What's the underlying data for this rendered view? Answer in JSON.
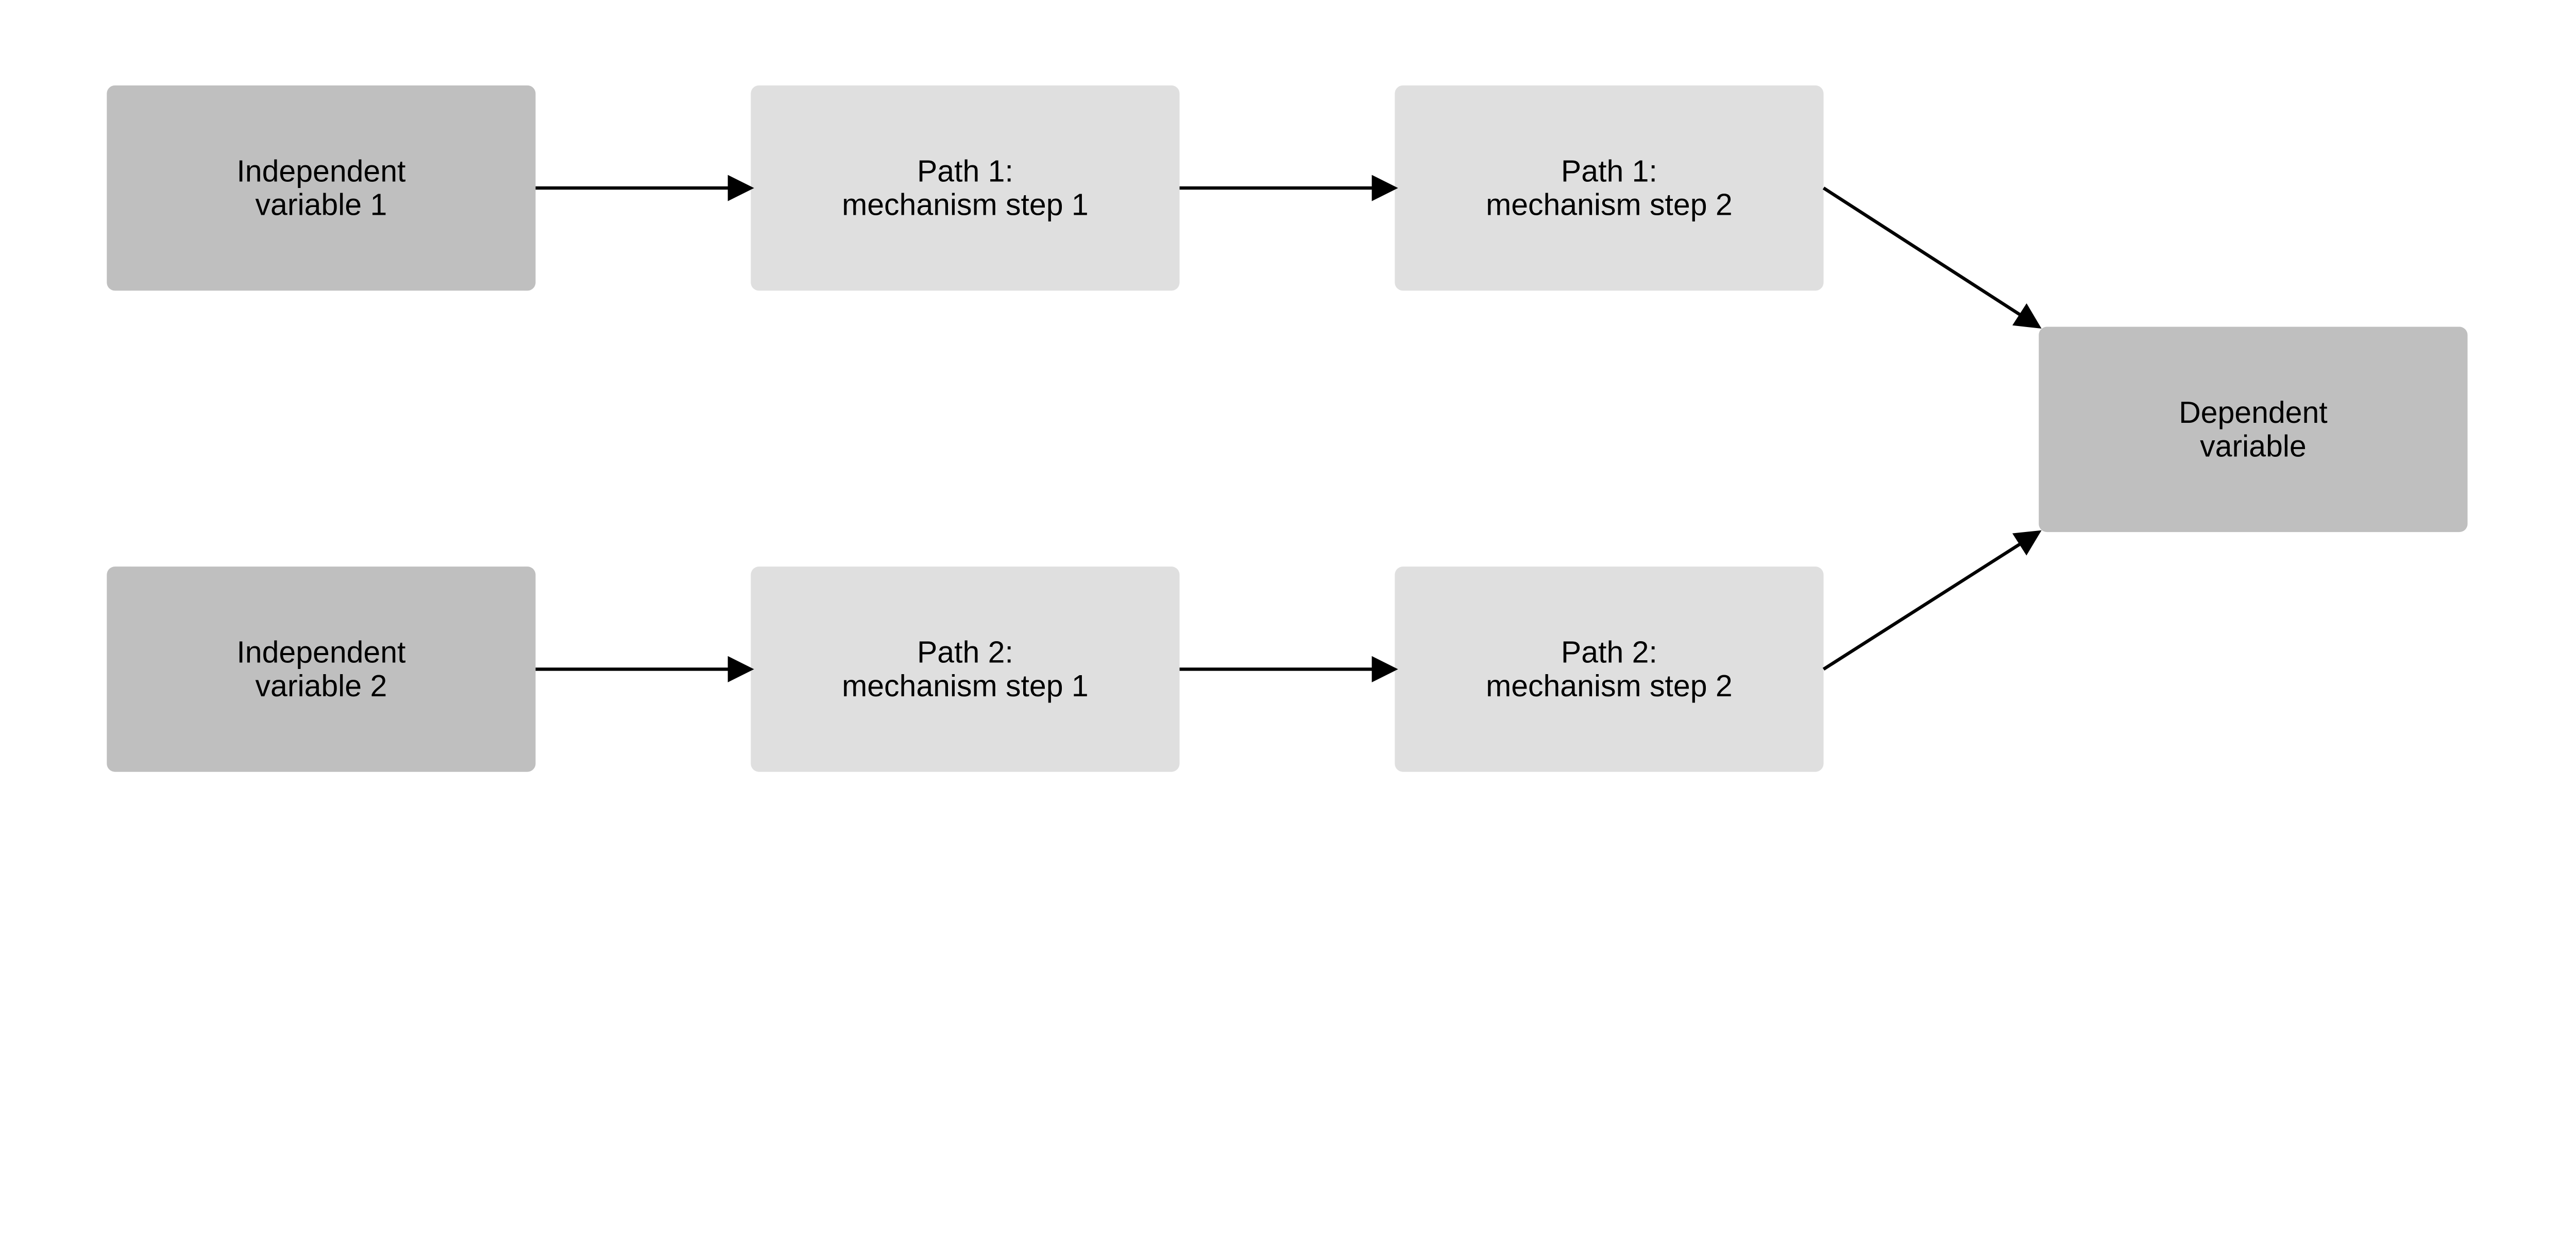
{
  "diagram": {
    "colors": {
      "variable_box": "#bfbfbf",
      "mechanism_box": "#dfdfdf",
      "arrow": "#000000",
      "background": "#ffffff"
    },
    "nodes": [
      {
        "id": "iv1",
        "lines": [
          "Independent",
          "variable 1"
        ],
        "kind": "variable"
      },
      {
        "id": "p1s1",
        "lines": [
          "Path 1:",
          "mechanism step 1"
        ],
        "kind": "mechanism"
      },
      {
        "id": "p1s2",
        "lines": [
          "Path 1:",
          "mechanism step 2"
        ],
        "kind": "mechanism"
      },
      {
        "id": "iv2",
        "lines": [
          "Independent",
          "variable 2"
        ],
        "kind": "variable"
      },
      {
        "id": "p2s1",
        "lines": [
          "Path 2:",
          "mechanism step 1"
        ],
        "kind": "mechanism"
      },
      {
        "id": "p2s2",
        "lines": [
          "Path 2:",
          "mechanism step 2"
        ],
        "kind": "mechanism"
      },
      {
        "id": "dv",
        "lines": [
          "Dependent",
          "variable"
        ],
        "kind": "variable"
      }
    ],
    "edges": [
      {
        "from": "iv1",
        "to": "p1s1"
      },
      {
        "from": "p1s1",
        "to": "p1s2"
      },
      {
        "from": "p1s2",
        "to": "dv"
      },
      {
        "from": "iv2",
        "to": "p2s1"
      },
      {
        "from": "p2s1",
        "to": "p2s2"
      },
      {
        "from": "p2s2",
        "to": "dv"
      }
    ]
  }
}
